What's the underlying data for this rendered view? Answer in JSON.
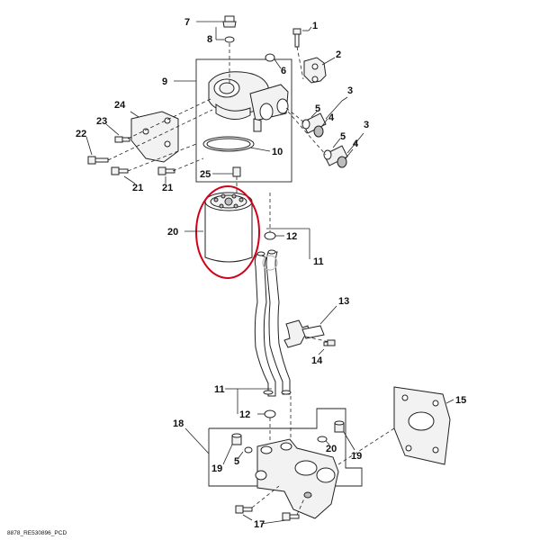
{
  "diagram": {
    "caption": "8878_RE530896_PCD",
    "callouts": {
      "c1": "1",
      "c2": "2",
      "c3a": "3",
      "c3b": "3",
      "c4a": "4",
      "c4b": "4",
      "c5a": "5",
      "c5b": "5",
      "c5c": "5",
      "c6": "6",
      "c7": "7",
      "c8": "8",
      "c9": "9",
      "c10": "10",
      "c11a": "11",
      "c11b": "11",
      "c12a": "12",
      "c12b": "12",
      "c13": "13",
      "c14": "14",
      "c15": "15",
      "c17": "17",
      "c18": "18",
      "c19a": "19",
      "c19b": "19",
      "c20a": "20",
      "c20b": "20",
      "c21a": "21",
      "c21b": "21",
      "c22": "22",
      "c23": "23",
      "c24": "24",
      "c25": "25"
    },
    "highlight_color": "#d0021b"
  }
}
